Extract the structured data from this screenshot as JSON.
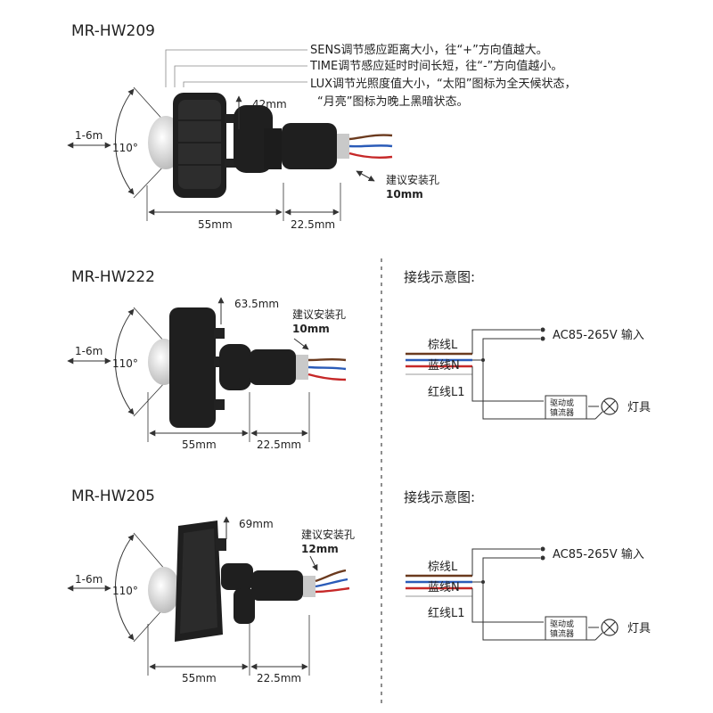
{
  "colors": {
    "line": "#333333",
    "body": "#1f1f1f",
    "bodyHighlight": "#3a3a3a",
    "lens": "#e6e6e6",
    "wireBrown": "#6b3a1e",
    "wireBlue": "#2a5bb8",
    "wireRed": "#c62828",
    "wireSilver": "#aaaaaa",
    "divider": "#444444"
  },
  "products": [
    {
      "model": "MR-HW209",
      "range": "1-6m",
      "angle": "110°",
      "height": "42mm",
      "width": "55mm",
      "stem": "22.5mm",
      "hole_label": "建议安装孔",
      "hole_size": "10mm",
      "notes": [
        "SENS调节感应距离大小，往“+”方向值越大。",
        "TIME调节感应延时时间长短，往“-”方向值越小。",
        "LUX调节光照度值大小，“太阳”图标为全天候状态，",
        "“月亮”图标为晚上黑暗状态。"
      ]
    },
    {
      "model": "MR-HW222",
      "range": "1-6m",
      "angle": "110°",
      "height": "63.5mm",
      "width": "55mm",
      "stem": "22.5mm",
      "hole_label": "建议安装孔",
      "hole_size": "10mm"
    },
    {
      "model": "MR-HW205",
      "range": "1-6m",
      "angle": "110°",
      "height": "69mm",
      "width": "55mm",
      "stem": "22.5mm",
      "hole_label": "建议安装孔",
      "hole_size": "12mm"
    }
  ],
  "wiring": [
    {
      "title": "接线示意图:",
      "brown": "棕线L",
      "blue": "蓝线N",
      "red": "红线L1",
      "node": "N",
      "input": "AC85-265V 输入",
      "driver_line1": "驱动或",
      "driver_line2": "镇流器",
      "lamp": "灯具"
    },
    {
      "title": "接线示意图:",
      "brown": "棕线L",
      "blue": "蓝线N",
      "red": "红线L1",
      "node": "N",
      "input": "AC85-265V 输入",
      "driver_line1": "驱动或",
      "driver_line2": "镇流器",
      "lamp": "灯具"
    }
  ]
}
